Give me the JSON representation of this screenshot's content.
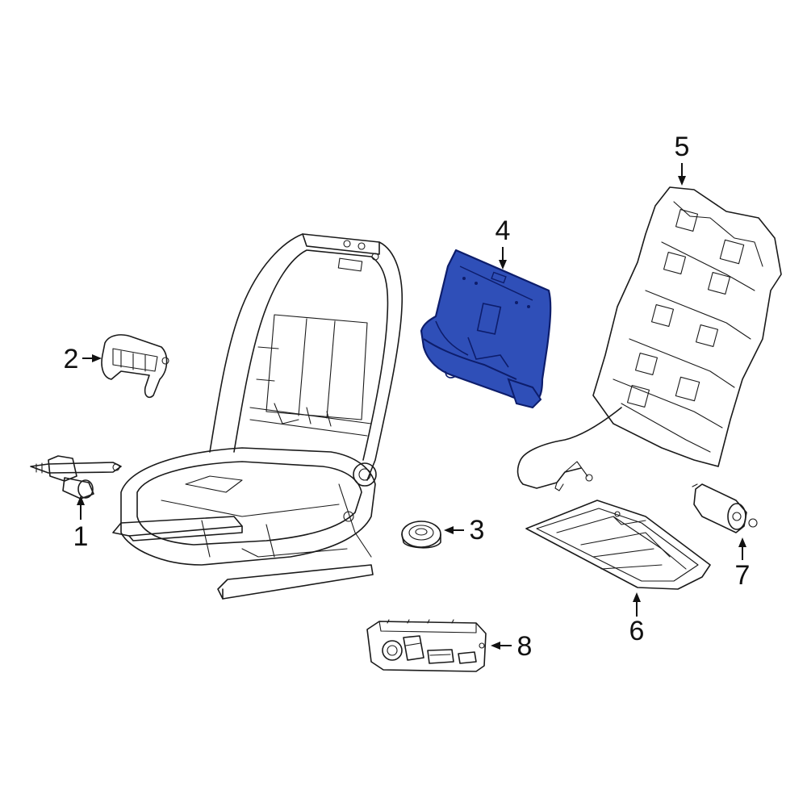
{
  "diagram": {
    "colors": {
      "line": "#1a1a1a",
      "highlight_fill": "#2f4fb8",
      "highlight_dark": "#0d1d6b",
      "background": "#ffffff"
    },
    "callouts": [
      {
        "id": "1",
        "label": "1",
        "part": "seat-adjust-motor"
      },
      {
        "id": "2",
        "label": "2",
        "part": "seat-bracket"
      },
      {
        "id": "3",
        "label": "3",
        "part": "seat-speaker"
      },
      {
        "id": "4",
        "label": "4",
        "part": "seat-back-pad-highlighted"
      },
      {
        "id": "5",
        "label": "5",
        "part": "seat-heater-mat"
      },
      {
        "id": "6",
        "label": "6",
        "part": "cushion-heater-mat"
      },
      {
        "id": "7",
        "label": "7",
        "part": "lumbar-motor"
      },
      {
        "id": "8",
        "label": "8",
        "part": "seat-switch"
      }
    ]
  }
}
